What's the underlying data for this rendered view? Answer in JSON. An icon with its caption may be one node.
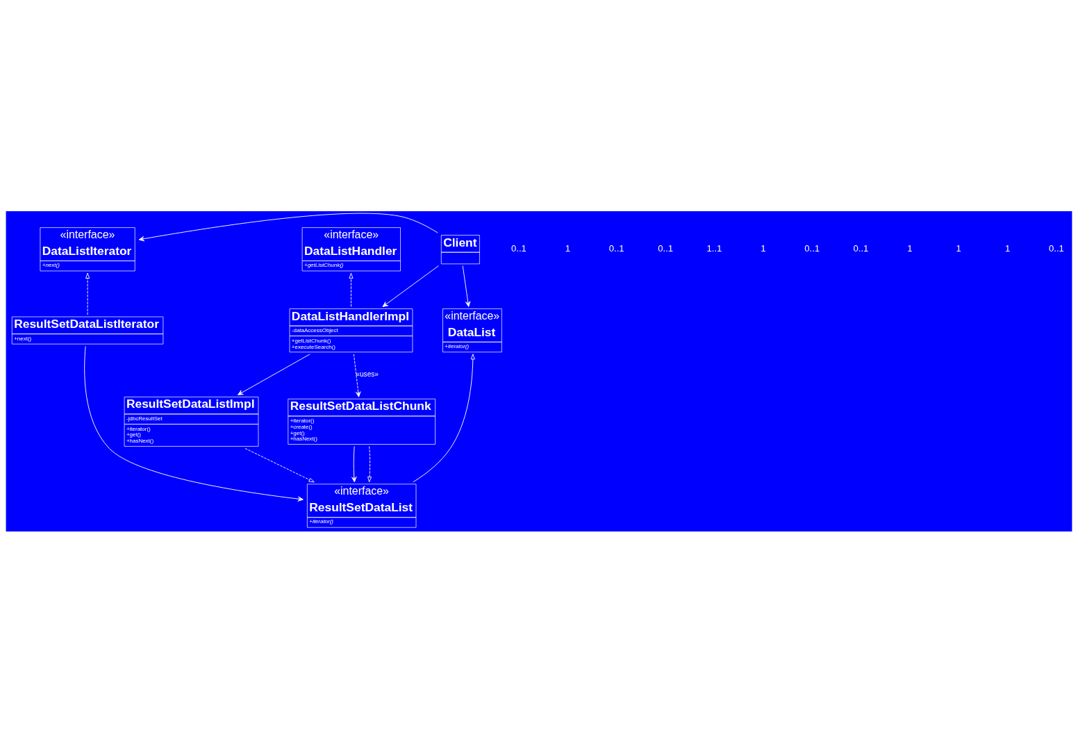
{
  "diagram": {
    "nodes": [
      {
        "text": [
          "«interface»",
          "DataListHandler",
          "+getListChunk()"
        ]
      },
      {
        "text": [
          "Client"
        ]
      },
      {
        "text": [
          "«interface»",
          "DataListIterator",
          "+next()"
        ]
      },
      {
        "text": [
          "DataListHandlerImpl",
          "-dataAccessObject",
          "+getListChunk() +executeSearch()"
        ]
      },
      {
        "text": [
          "«interface»",
          "DataList",
          "+iterator()"
        ]
      },
      {
        "text": [
          "ResultSetDataListIterator",
          "+next()"
        ]
      },
      {
        "text": [
          "«interface»",
          "ResultSetDataList",
          "+iterator()"
        ]
      },
      {
        "text": [
          "ResultSetDataListImpl",
          "-jdbcResultSet",
          "+iterator() +get() +hasNext()"
        ]
      },
      {
        "text": [
          "ResultSetDataListChunk",
          "+iterator() +create() +get() +hasNext()"
        ]
      }
    ],
    "edges": [
      {
        "from": 1,
        "to": 2,
        "arrow": "to"
      },
      {
        "from": 1,
        "to": 3,
        "arrow": "to"
      },
      {
        "from": 1,
        "to": 4,
        "arrow": "to"
      },
      {
        "from": 3,
        "to": 0,
        "arrow": "to",
        "style": "dashed"
      },
      {
        "from": 5,
        "to": 2,
        "arrow": "to",
        "style": "dashed"
      },
      {
        "from": 6,
        "to": 4,
        "arrow": "to"
      },
      {
        "from": 3,
        "to": 7,
        "arrow": "to"
      },
      {
        "from": 5,
        "to": 6,
        "arrow": "to"
      },
      {
        "from": 8,
        "to": 6,
        "arrow": "to"
      },
      {
        "from": 7,
        "to": 6,
        "arrow": "to",
        "style": "dashed"
      },
      {
        "from": 8,
        "to": 6,
        "arrow": "to",
        "style": "dashed"
      },
      {
        "from": 3,
        "to": 8,
        "arrow": "to",
        "style": "dashed",
        "label": "«uses»"
      }
    ],
    "labels": [
      "0..1",
      "1",
      "0..1",
      "0..1",
      "1..1",
      "1",
      "0..1",
      "0..1",
      "1",
      "1",
      "1",
      "0..1"
    ]
  }
}
